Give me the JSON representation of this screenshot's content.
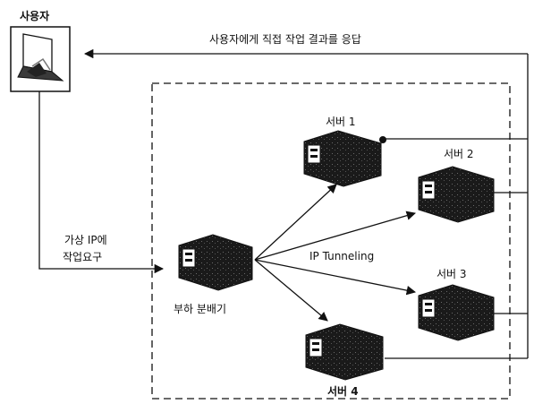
{
  "user": {
    "label": "사용자",
    "icon": "laptop-user-icon"
  },
  "response": {
    "label": "사용자에게 직접 작업 결과를 응답"
  },
  "request": {
    "line1": "가상 IP에",
    "line2": "작업요구"
  },
  "balancer": {
    "label": "부하 분배기",
    "icon": "server-computer-icon"
  },
  "tunneling": {
    "label": "IP Tunneling"
  },
  "servers": [
    {
      "label": "서버 1",
      "icon": "server-computer-icon"
    },
    {
      "label": "서버 2",
      "icon": "server-computer-icon"
    },
    {
      "label": "서버 3",
      "icon": "server-computer-icon"
    },
    {
      "label": "서버 4",
      "icon": "server-computer-icon"
    }
  ],
  "colors": {
    "line": "#111111",
    "machine": "#1a1a1a",
    "machine_highlight": "#5a5a5a"
  }
}
